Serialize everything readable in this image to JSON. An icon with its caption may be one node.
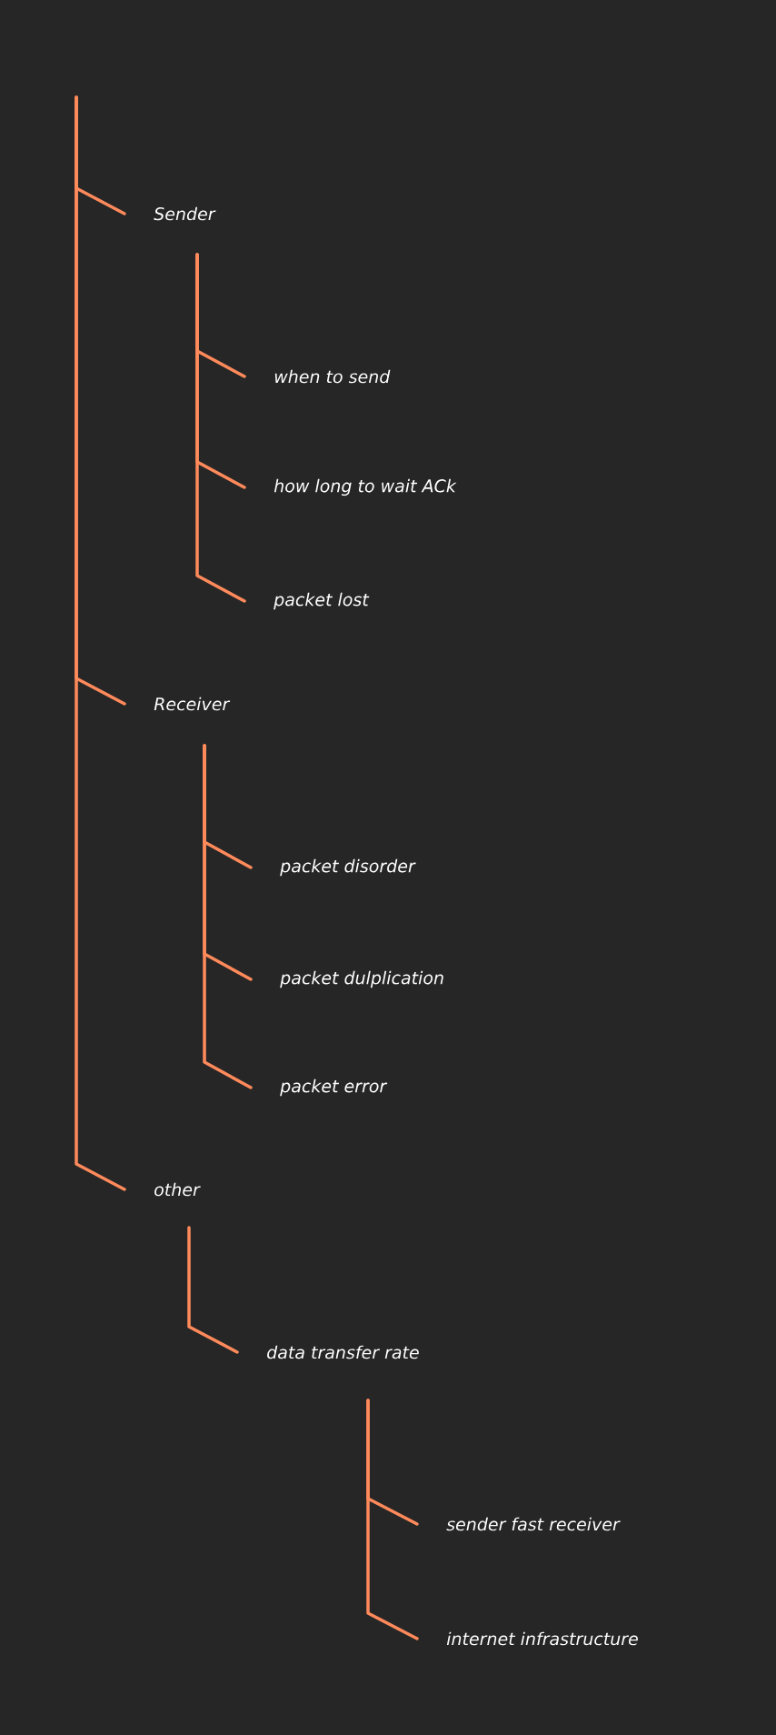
{
  "diagram": {
    "nodes": [
      {
        "text": [
          "Sender"
        ]
      },
      {
        "text": [
          "when to send"
        ]
      },
      {
        "text": [
          "how long to wait ACk"
        ]
      },
      {
        "text": [
          "packet lost"
        ]
      },
      {
        "text": [
          "Receiver"
        ]
      },
      {
        "text": [
          "packet disorder"
        ]
      },
      {
        "text": [
          "packet dulplication"
        ]
      },
      {
        "text": [
          "packet error"
        ]
      },
      {
        "text": [
          "other"
        ]
      },
      {
        "text": [
          "data transfer rate"
        ]
      },
      {
        "text": [
          "sender fast receiver"
        ]
      },
      {
        "text": [
          "internet infrastructure"
        ]
      }
    ],
    "edges": [
      {
        "from": null,
        "to": 0,
        "arrow": "none"
      },
      {
        "from": 0,
        "to": 1,
        "arrow": "none"
      },
      {
        "from": 0,
        "to": 2,
        "arrow": "none"
      },
      {
        "from": 0,
        "to": 3,
        "arrow": "none"
      },
      {
        "from": null,
        "to": 4,
        "arrow": "none"
      },
      {
        "from": 4,
        "to": 5,
        "arrow": "none"
      },
      {
        "from": 4,
        "to": 6,
        "arrow": "none"
      },
      {
        "from": 4,
        "to": 7,
        "arrow": "none"
      },
      {
        "from": null,
        "to": 8,
        "arrow": "none"
      },
      {
        "from": 8,
        "to": 9,
        "arrow": "none"
      },
      {
        "from": 9,
        "to": 10,
        "arrow": "none"
      },
      {
        "from": 9,
        "to": 11,
        "arrow": "none"
      }
    ]
  }
}
